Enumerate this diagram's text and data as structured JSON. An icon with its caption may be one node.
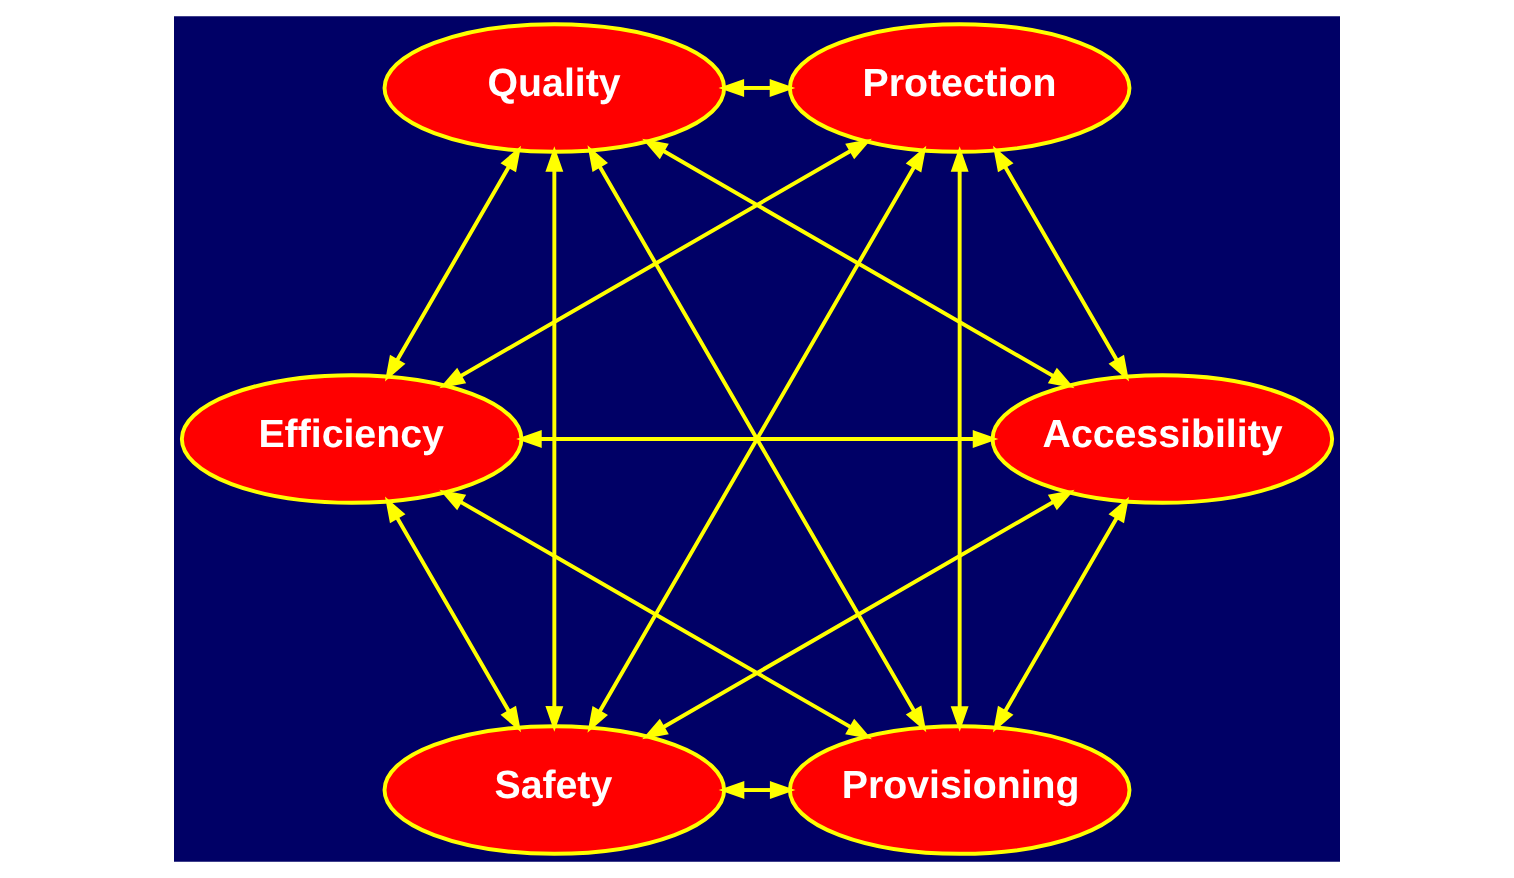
{
  "diagram": {
    "nodes": [
      {
        "text": [
          "Provisioning"
        ]
      },
      {
        "text": [
          "Accessibility"
        ]
      },
      {
        "text": [
          "Efficiency"
        ]
      },
      {
        "text": [
          "Quality"
        ]
      },
      {
        "text": [
          "Protection"
        ]
      },
      {
        "text": [
          "Safety"
        ]
      }
    ],
    "edges": [
      {
        "from": 0,
        "to": 1,
        "arrow": "both"
      },
      {
        "from": 0,
        "to": 2,
        "arrow": "both"
      },
      {
        "from": 0,
        "to": 3,
        "arrow": "both"
      },
      {
        "from": 0,
        "to": 4,
        "arrow": "both"
      },
      {
        "from": 0,
        "to": 5,
        "arrow": "both"
      },
      {
        "from": 1,
        "to": 2,
        "arrow": "both"
      },
      {
        "from": 1,
        "to": 3,
        "arrow": "both"
      },
      {
        "from": 1,
        "to": 4,
        "arrow": "both"
      },
      {
        "from": 1,
        "to": 5,
        "arrow": "both"
      },
      {
        "from": 2,
        "to": 3,
        "arrow": "both"
      },
      {
        "from": 2,
        "to": 4,
        "arrow": "both"
      },
      {
        "from": 2,
        "to": 5,
        "arrow": "both"
      },
      {
        "from": 3,
        "to": 4,
        "arrow": "both"
      },
      {
        "from": 3,
        "to": 5,
        "arrow": "both"
      },
      {
        "from": 4,
        "to": 5,
        "arrow": "both"
      }
    ]
  }
}
